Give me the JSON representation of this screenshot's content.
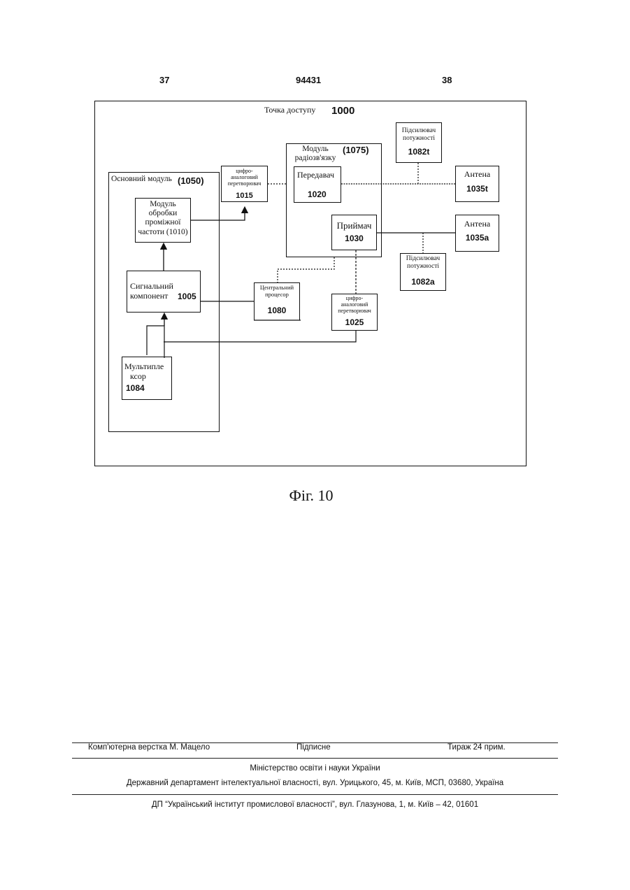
{
  "header": {
    "page_left": "37",
    "doc_number": "94431",
    "page_right": "38"
  },
  "diagram": {
    "access_point_title": "Точка доступу",
    "access_point_num": "1000",
    "main_module_title": "Основний модуль",
    "main_module_num": "(1050)",
    "if_module_lines": [
      "Модуль",
      "обробки",
      "проміжної",
      "частоти (1010)"
    ],
    "signal_component_lines": [
      "Сигнальний",
      "компонент"
    ],
    "signal_component_num": "1005",
    "multiplexer_lines": [
      "Мультипле",
      "ксор"
    ],
    "multiplexer_num": "1084",
    "dac_lines": [
      "цифро-",
      "аналоговий",
      "перетворювач"
    ],
    "dac_num": "1015",
    "radio_module_lines": [
      "Модуль",
      "радіозв'язку"
    ],
    "radio_module_num": "(1075)",
    "transmitter_label": "Передавач",
    "transmitter_num": "1020",
    "receiver_label": "Приймач",
    "receiver_num": "1030",
    "cpu_lines": [
      "Центральний",
      "процесор"
    ],
    "cpu_num": "1080",
    "adc_lines": [
      "цифро-",
      "аналоговий",
      "перетворювач"
    ],
    "adc_num": "1025",
    "amp_top_lines": [
      "Підсилювач",
      "потужності"
    ],
    "amp_top_num": "1082t",
    "amp_bottom_lines": [
      "Підсилювач",
      "потужності"
    ],
    "amp_bottom_num": "1082a",
    "antenna_top_label": "Антена",
    "antenna_top_num": "1035t",
    "antenna_bottom_label": "Антена",
    "antenna_bottom_num": "1035a"
  },
  "caption": "Фіг. 10",
  "footer": {
    "layout": "Комп'ютерна верстка М. Мацело",
    "signed": "Підписне",
    "circulation": "Тираж 24 прим.",
    "ministry": "Міністерство освіти і науки України",
    "department": "Державний департамент інтелектуальної власності, вул. Урицького, 45, м. Київ, МСП, 03680, Україна",
    "institute": "ДП “Український інститут промислової власності”, вул. Глазунова, 1, м. Київ – 42, 01601"
  }
}
